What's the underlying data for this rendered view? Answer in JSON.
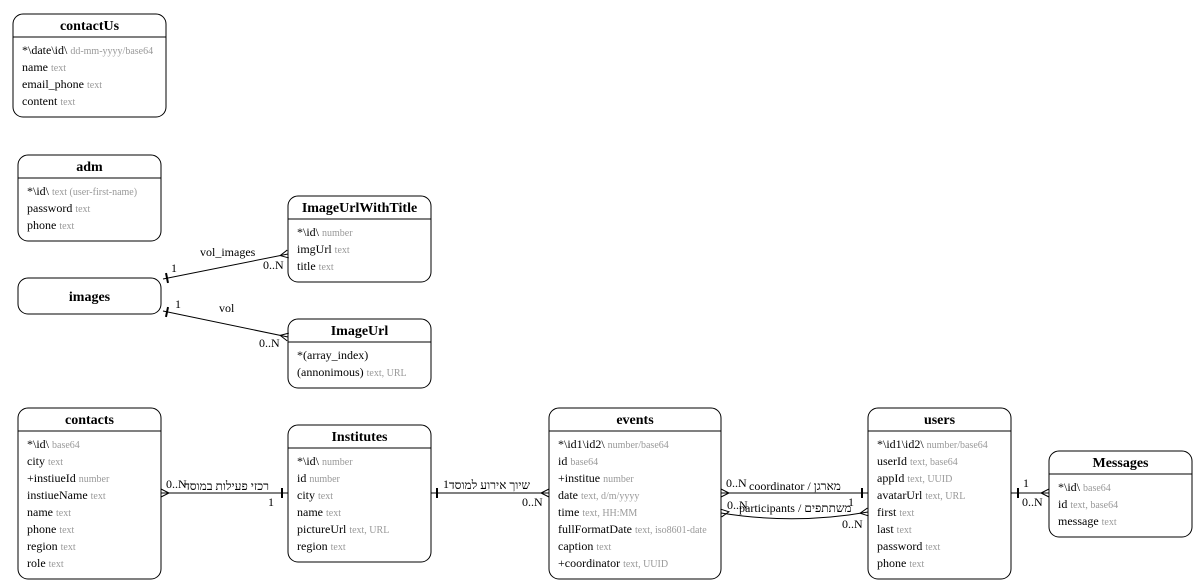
{
  "entities": [
    {
      "id": "contactUs",
      "title": "contactUs",
      "attrs": [
        {
          "name": "*\\date\\id\\",
          "type": "dd-mm-yyyy/base64"
        },
        {
          "name": "name",
          "type": "text"
        },
        {
          "name": "email_phone",
          "type": "text"
        },
        {
          "name": "content",
          "type": "text"
        }
      ]
    },
    {
      "id": "adm",
      "title": "adm",
      "attrs": [
        {
          "name": "*\\id\\",
          "type": "text (user-first-name)"
        },
        {
          "name": "password",
          "type": "text"
        },
        {
          "name": "phone",
          "type": "text"
        }
      ]
    },
    {
      "id": "ImageUrlWithTitle",
      "title": "ImageUrlWithTitle",
      "attrs": [
        {
          "name": "*\\id\\",
          "type": "number"
        },
        {
          "name": "imgUrl",
          "type": "text"
        },
        {
          "name": "title",
          "type": "text"
        }
      ]
    },
    {
      "id": "images",
      "title": "images",
      "attrs": []
    },
    {
      "id": "ImageUrl",
      "title": "ImageUrl",
      "attrs": [
        {
          "name": "*(array_index)",
          "type": ""
        },
        {
          "name": "(annonimous)",
          "type": "text, URL"
        }
      ]
    },
    {
      "id": "contacts",
      "title": "contacts",
      "attrs": [
        {
          "name": "*\\id\\",
          "type": "base64"
        },
        {
          "name": "city",
          "type": "text"
        },
        {
          "name": "+instiueId",
          "type": "number"
        },
        {
          "name": "instiueName",
          "type": "text"
        },
        {
          "name": "name",
          "type": "text"
        },
        {
          "name": "phone",
          "type": "text"
        },
        {
          "name": "region",
          "type": "text"
        },
        {
          "name": "role",
          "type": "text"
        }
      ]
    },
    {
      "id": "Institutes",
      "title": "Institutes",
      "attrs": [
        {
          "name": "*\\id\\",
          "type": "number"
        },
        {
          "name": "id",
          "type": "number"
        },
        {
          "name": "city",
          "type": "text"
        },
        {
          "name": "name",
          "type": "text"
        },
        {
          "name": "pictureUrl",
          "type": "text, URL"
        },
        {
          "name": "region",
          "type": "text"
        }
      ]
    },
    {
      "id": "events",
      "title": "events",
      "attrs": [
        {
          "name": "*\\id1\\id2\\",
          "type": "number/base64"
        },
        {
          "name": "id",
          "type": "base64"
        },
        {
          "name": "+institue",
          "type": "number"
        },
        {
          "name": "date",
          "type": "text, d/m/yyyy"
        },
        {
          "name": "time",
          "type": "text, HH:MM"
        },
        {
          "name": "fullFormatDate",
          "type": "text, iso8601-date"
        },
        {
          "name": "caption",
          "type": "text"
        },
        {
          "name": "+coordinator",
          "type": "text, UUID"
        }
      ]
    },
    {
      "id": "users",
      "title": "users",
      "attrs": [
        {
          "name": "*\\id1\\id2\\",
          "type": "number/base64"
        },
        {
          "name": "userId",
          "type": "text, base64"
        },
        {
          "name": "appId",
          "type": "text, UUID"
        },
        {
          "name": "avatarUrl",
          "type": "text, URL"
        },
        {
          "name": "first",
          "type": "text"
        },
        {
          "name": "last",
          "type": "text"
        },
        {
          "name": "password",
          "type": "text"
        },
        {
          "name": "phone",
          "type": "text"
        }
      ]
    },
    {
      "id": "Messages",
      "title": "Messages",
      "attrs": [
        {
          "name": "*\\id\\",
          "type": "base64"
        },
        {
          "name": "id",
          "type": "text, base64"
        },
        {
          "name": "message",
          "type": "text"
        }
      ]
    }
  ],
  "relations": [
    {
      "id": "vol_images",
      "label": "vol_images",
      "from_mult": "1",
      "to_mult": "0..N"
    },
    {
      "id": "vol",
      "label": "vol",
      "from_mult": "1",
      "to_mult": "0..N"
    },
    {
      "id": "contacts_institutes",
      "label": "רכזי פעילות במוסד",
      "from_mult": "0..N",
      "to_mult": "1"
    },
    {
      "id": "institutes_events",
      "label": "שיוך אירוע למוסד",
      "from_mult": "1",
      "to_mult": "0..N"
    },
    {
      "id": "coordinator",
      "label": "coordinator / מארגן",
      "from_mult": "0..N",
      "to_mult": "1"
    },
    {
      "id": "participants",
      "label": "participants / משתתפים",
      "from_mult": "0..N",
      "to_mult": "0..N"
    },
    {
      "id": "users_messages",
      "label": "",
      "from_mult": "1",
      "to_mult": "0..N"
    }
  ]
}
